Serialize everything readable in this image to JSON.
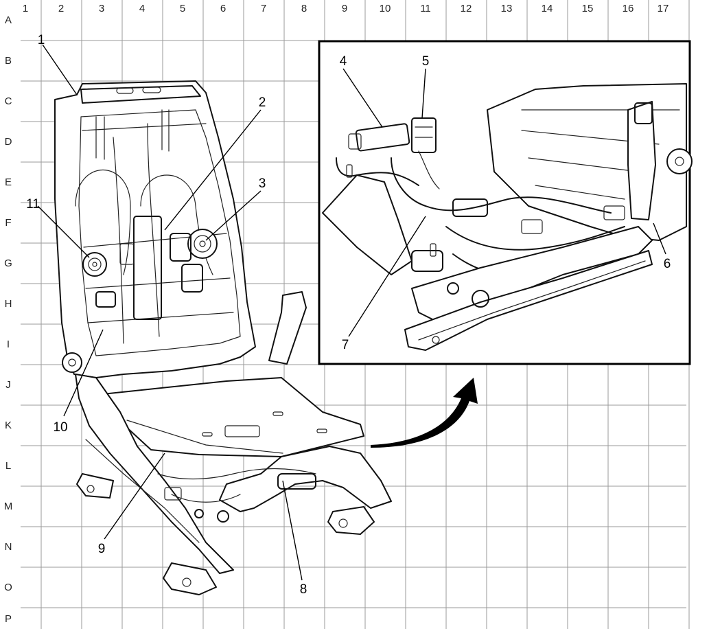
{
  "grid": {
    "columns": [
      "1",
      "2",
      "3",
      "4",
      "5",
      "6",
      "7",
      "8",
      "9",
      "10",
      "11",
      "12",
      "13",
      "14",
      "15",
      "16",
      "17"
    ],
    "rows": [
      "A",
      "B",
      "C",
      "D",
      "E",
      "F",
      "G",
      "H",
      "I",
      "J",
      "K",
      "L",
      "M",
      "N",
      "O",
      "P"
    ]
  },
  "callouts": {
    "c1": "1",
    "c2": "2",
    "c3": "3",
    "c4": "4",
    "c5": "5",
    "c6": "6",
    "c7": "7",
    "c8": "8",
    "c9": "9",
    "c10": "10",
    "c11": "11"
  },
  "colors": {
    "ink": "#111111",
    "grid": "#9a9a9a",
    "background": "#ffffff"
  }
}
